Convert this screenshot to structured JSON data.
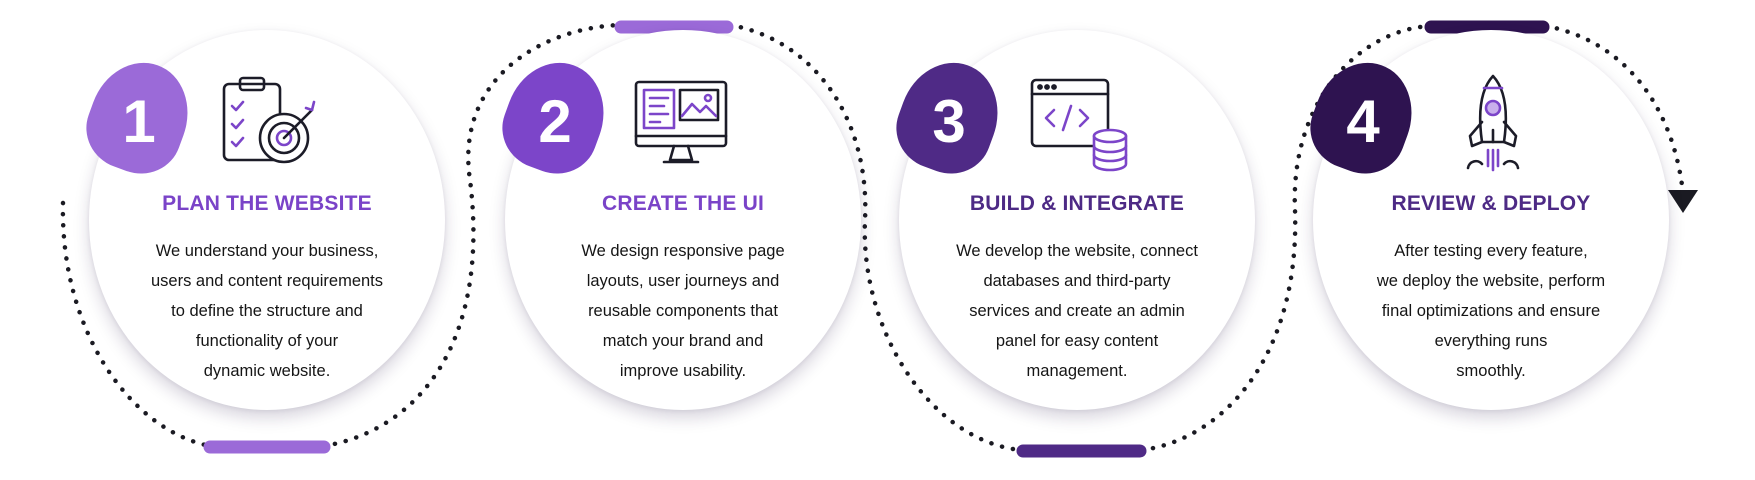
{
  "colors": {
    "step1": "#9b6ad8",
    "step2": "#7c45c9",
    "step3": "#4f2a86",
    "step4": "#2e1350",
    "title_step1": "#7a43c8",
    "title_step2": "#7a43c8",
    "title_step3": "#4d2a85",
    "title_step4": "#4d2a85",
    "icon_stroke": "#1c1c28",
    "icon_accent": "#7c45c9"
  },
  "steps": [
    {
      "number": "1",
      "title": "PLAN THE WEBSITE",
      "icon": "clipboard-target-icon",
      "lines": [
        "We understand your business,",
        "users and content requirements",
        "to define the structure and",
        "functionality of your",
        "dynamic website."
      ]
    },
    {
      "number": "2",
      "title": "CREATE THE UI",
      "icon": "monitor-layout-icon",
      "lines": [
        "We design responsive page",
        "layouts, user journeys and",
        "reusable components that",
        "match your brand and",
        "improve usability."
      ]
    },
    {
      "number": "3",
      "title": "BUILD & INTEGRATE",
      "icon": "code-database-icon",
      "lines": [
        "We develop the website, connect",
        "databases and third-party",
        "services and create an admin",
        "panel for easy content",
        "management."
      ]
    },
    {
      "number": "4",
      "title": "REVIEW & DEPLOY",
      "icon": "rocket-icon",
      "lines": [
        "After testing every feature,",
        "we deploy the website, perform",
        "final optimizations and ensure",
        "everything runs",
        "smoothly."
      ]
    }
  ]
}
